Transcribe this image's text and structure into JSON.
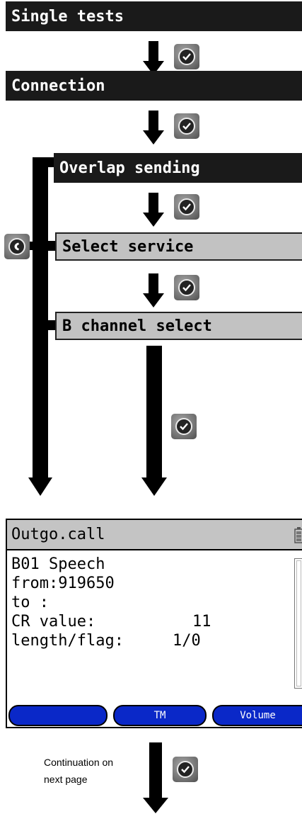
{
  "steps": {
    "single_tests": "Single tests",
    "connection": "Connection",
    "overlap_sending": "Overlap sending",
    "select_service": "Select service",
    "b_channel_select": "B channel select"
  },
  "screen": {
    "title": "Outgo.call",
    "line1": "B01 Speech",
    "line2": "from:919650",
    "line3": "to :",
    "cr_label": "CR value:",
    "cr_value": "11",
    "lf_label": "length/flag:",
    "lf_value": "1/0",
    "softkeys": [
      "",
      "TM",
      "Volume"
    ]
  },
  "continuation": {
    "line1": "Continuation on",
    "line2": "next page"
  },
  "icons": {
    "confirm": "checkmark-button-icon",
    "handset": "handset-button-icon",
    "battery": "battery-icon"
  },
  "colors": {
    "dark_bar": "#1a1a1a",
    "gray_bar": "#c2c2c2",
    "softkey_blue": "#0a28c8"
  }
}
